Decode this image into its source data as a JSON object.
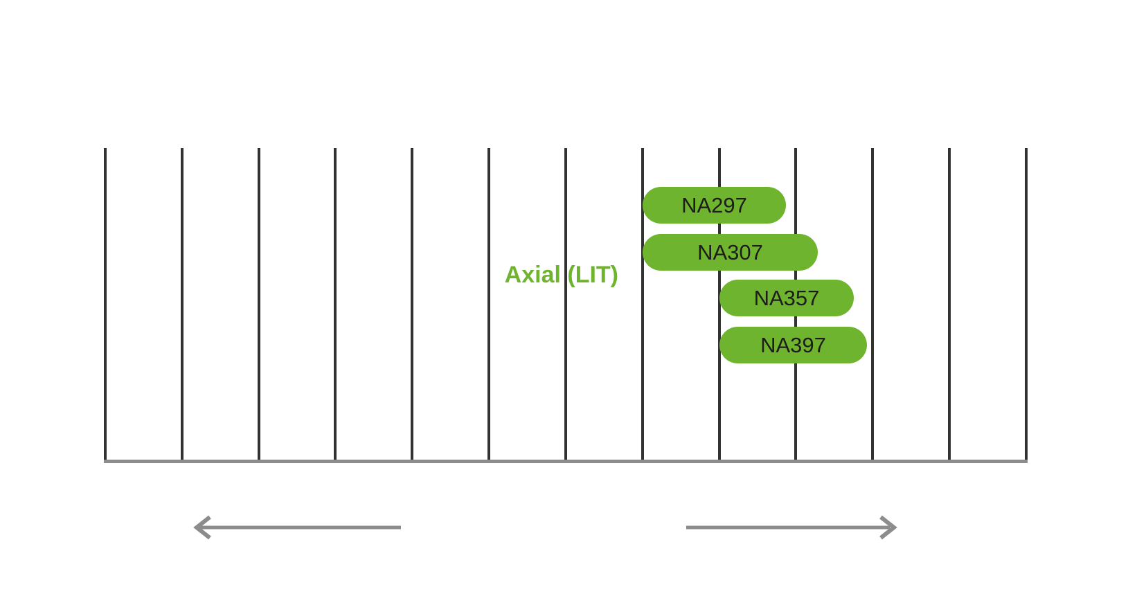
{
  "canvas": {
    "background": "#ffffff"
  },
  "colors": {
    "accent_green": "#6fb42e",
    "pill_text": "#1d1d1b",
    "gridline": "#323232",
    "baseline": "#8c8c8c",
    "arrow": "#8c8c8c"
  },
  "chart_data": {
    "type": "bar",
    "orientation": "horizontal",
    "title": "",
    "xlabel": "",
    "ylabel": "",
    "series_label": "Axial (LIT)",
    "gridlines": {
      "count": 13,
      "labeled": false,
      "unit": "gridline-index",
      "range": [
        0,
        12
      ]
    },
    "bars": [
      {
        "label": "NA297",
        "row": 0,
        "start": 7.0,
        "end": 8.87
      },
      {
        "label": "NA307",
        "row": 1,
        "start": 7.0,
        "end": 9.28
      },
      {
        "label": "NA357",
        "row": 2,
        "start": 8.0,
        "end": 9.75
      },
      {
        "label": "NA397",
        "row": 3,
        "start": 8.0,
        "end": 9.92
      }
    ],
    "annotations": [
      {
        "type": "arrow",
        "direction": "left",
        "start": 3.85,
        "end": 1.19,
        "unit": "gridline-index"
      },
      {
        "type": "arrow",
        "direction": "right",
        "start": 7.58,
        "end": 10.28,
        "unit": "gridline-index"
      }
    ],
    "legend": null,
    "grid": "vertical-only"
  }
}
